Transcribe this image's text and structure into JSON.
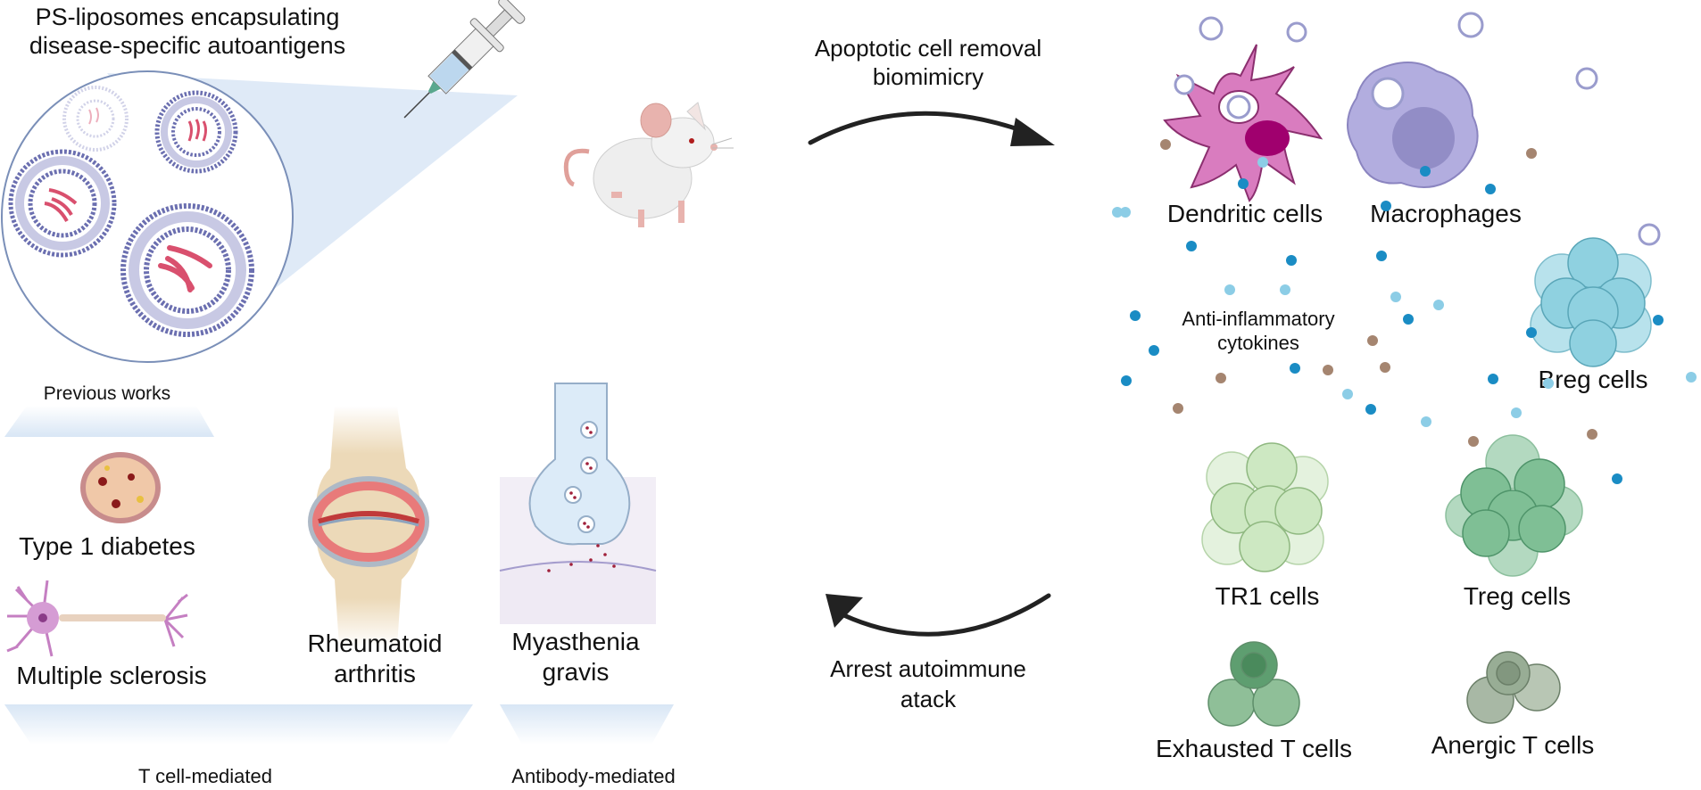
{
  "title": {
    "line1": "PS-liposomes encapsulating",
    "line2": "disease-specific autoantigens"
  },
  "arrows": {
    "top": {
      "line1": "Apoptotic cell removal",
      "line2": "biomimicry"
    },
    "bottom": {
      "line1": "Arrest autoimmune",
      "line2": "atack"
    }
  },
  "previous_works": {
    "label": "Previous works",
    "diseases": {
      "t1d": "Type 1 diabetes",
      "ms": "Multiple sclerosis",
      "ra_line1": "Rheumatoid",
      "ra_line2": "arthritis",
      "mg_line1": "Myasthenia",
      "mg_line2": "gravis"
    },
    "groups": {
      "t_cell": "T cell-mediated",
      "antibody": "Antibody-mediated"
    }
  },
  "immune": {
    "dendritic": "Dendritic cells",
    "macrophages": "Macrophages",
    "cytokines_line1": "Anti-inflammatory",
    "cytokines_line2": "cytokines",
    "breg": "Breg cells",
    "tr1": "TR1 cells",
    "treg": "Treg cells",
    "exhausted": "Exhausted T cells",
    "anergic": "Anergic T cells"
  },
  "colors": {
    "liposome_membrane": "#6b6fb0",
    "antigen": "#d9506e",
    "zoom_cone": "#dbe8f6",
    "dendritic": "#d97cbf",
    "dendritic_nucleus": "#a0006e",
    "macrophage": "#b2addf",
    "breg": "#8fd1e0",
    "tr1": "#cde8c2",
    "treg": "#7fbf95",
    "exhausted": "#7faf8a",
    "anergic": "#9aae98",
    "cytokine_dark": "#1a8cc4",
    "cytokine_light": "#8ccde6",
    "cytokine_brown": "#a58570"
  }
}
